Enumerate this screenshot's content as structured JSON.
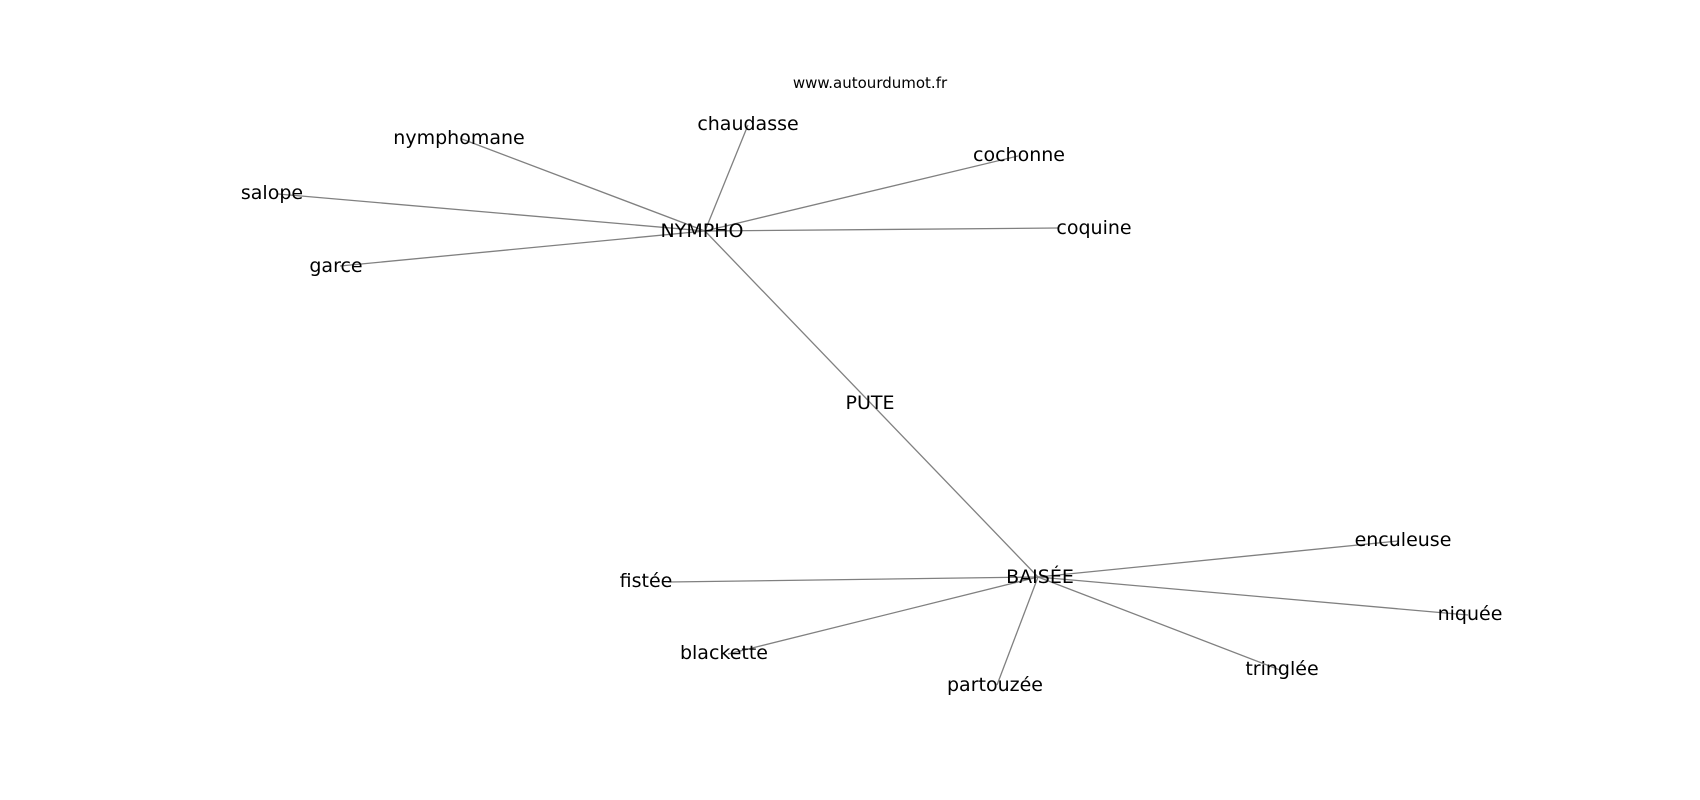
{
  "site": "www.autourdumot.fr",
  "center": "PUTE",
  "hubs": [
    {
      "label": "NYMPHO",
      "words": [
        "nymphomane",
        "chaudasse",
        "cochonne",
        "salope",
        "coquine",
        "garce"
      ]
    },
    {
      "label": "BAISÉE",
      "words": [
        "enculeuse",
        "fistée",
        "niquée",
        "blackette",
        "tringlée",
        "partouzée"
      ]
    }
  ],
  "colors": {
    "edge": "#808080",
    "text": "#000000",
    "background": "#ffffff"
  }
}
